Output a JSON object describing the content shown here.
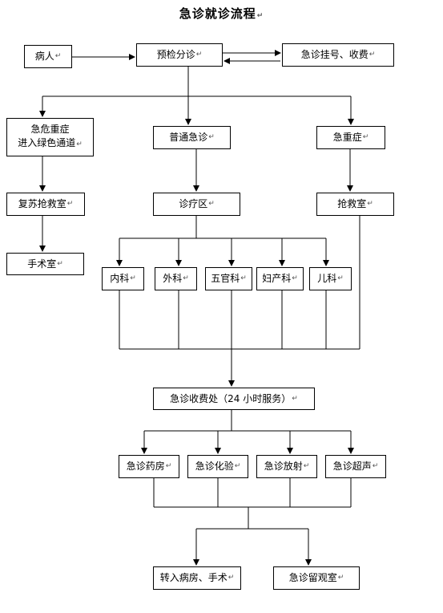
{
  "title": "急诊就诊流程",
  "nodes": {
    "patient": "病人",
    "triage": "预检分诊",
    "registration": "急诊挂号、收费",
    "critical_line1": "急危重症",
    "critical_line2": "进入绿色通道",
    "general": "普通急诊",
    "severe": "急重症",
    "resuscitation": "复苏抢救室",
    "clinic": "诊疗区",
    "rescue": "抢救室",
    "surgery_room": "手术室",
    "internal": "内科",
    "surgical": "外科",
    "ent": "五官科",
    "obgyn": "妇产科",
    "pediatrics": "儿科",
    "cashier": "急诊收费处（24 小时服务）",
    "pharmacy": "急诊药房",
    "lab": "急诊化验",
    "radiology": "急诊放射",
    "ultrasound": "急诊超声",
    "transfer": "转入病房、手术",
    "observation": "急诊留观室"
  }
}
